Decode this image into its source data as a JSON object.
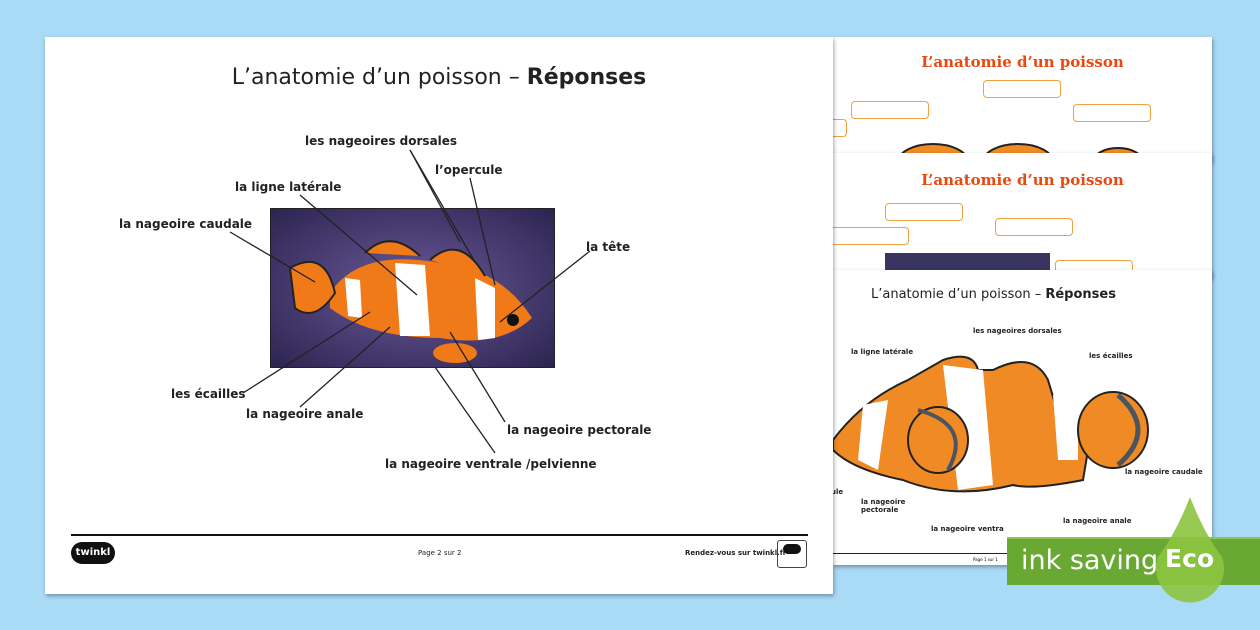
{
  "main_page": {
    "title_plain": "L’anatomie d’un poisson",
    "title_dash": " – ",
    "title_bold": "Réponses",
    "labels": {
      "dorsales": "les nageoires dorsales",
      "opercule": "l’opercule",
      "ligne": "la ligne latérale",
      "caudale": "la nageoire caudale",
      "tete": "la tête",
      "ecailles": "les écailles",
      "anale": "la nageoire anale",
      "pectorale": "la nageoire pectorale",
      "ventrale": "la nageoire ventrale /pelvienne"
    },
    "footer": {
      "logo": "twinkl",
      "page": "Page 2 sur 2",
      "visit": "Rendez-vous sur twinkl.fr"
    }
  },
  "back_pages": [
    {
      "title": "L’anatomie d’un poisson"
    },
    {
      "title": "L’anatomie d’un poisson"
    }
  ],
  "front_small_page": {
    "title_plain": "L’anatomie d’un poisson",
    "title_dash": " – ",
    "title_bold": "Réponses",
    "labels": {
      "dorsales": "les nageoires dorsales",
      "ligne": "la ligne latérale",
      "ecailles": "les écailles",
      "caudale": "la nageoire caudale",
      "opercule": "ule",
      "pectorale1": "la nageoire",
      "pectorale2": "pectorale",
      "anale": "la nageoire anale",
      "ventrale": "la nageoire ventra"
    },
    "footer_page": "Page 1 sur 1"
  },
  "badge": {
    "text": "ink saving",
    "eco": "Eco",
    "color": "#6aa834"
  }
}
